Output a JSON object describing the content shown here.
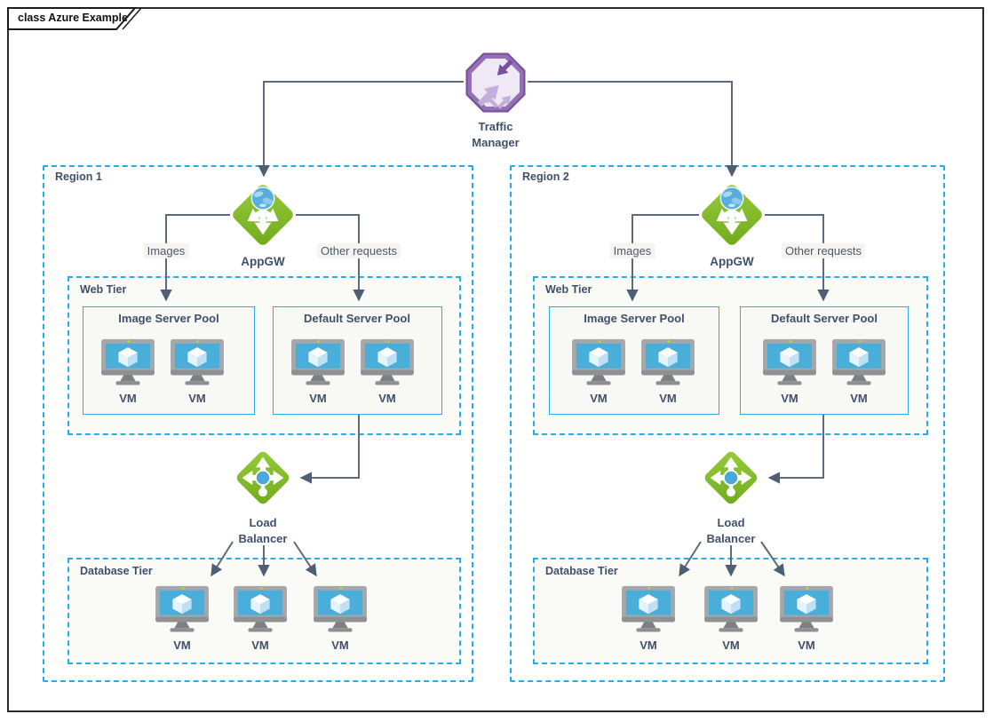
{
  "frame": {
    "title": "class Azure Example"
  },
  "traffic_manager": {
    "line1": "Traffic",
    "line2": "Manager"
  },
  "regions": [
    {
      "label": "Region 1",
      "appgw_label": "AppGW",
      "routes": {
        "images": "Images",
        "other": "Other requests"
      },
      "web_tier": {
        "label": "Web Tier",
        "pools": [
          {
            "title": "Image Server Pool",
            "vms": [
              "VM",
              "VM"
            ]
          },
          {
            "title": "Default Server Pool",
            "vms": [
              "VM",
              "VM"
            ]
          }
        ]
      },
      "load_balancer": {
        "line1": "Load",
        "line2": "Balancer"
      },
      "database_tier": {
        "label": "Database Tier",
        "vms": [
          "VM",
          "VM",
          "VM"
        ]
      }
    },
    {
      "label": "Region 2",
      "appgw_label": "AppGW",
      "routes": {
        "images": "Images",
        "other": "Other requests"
      },
      "web_tier": {
        "label": "Web Tier",
        "pools": [
          {
            "title": "Image Server Pool",
            "vms": [
              "VM",
              "VM"
            ]
          },
          {
            "title": "Default Server Pool",
            "vms": [
              "VM",
              "VM"
            ]
          }
        ]
      },
      "load_balancer": {
        "line1": "Load",
        "line2": "Balancer"
      },
      "database_tier": {
        "label": "Database Tier",
        "vms": [
          "VM",
          "VM",
          "VM"
        ]
      }
    }
  ],
  "icons": {
    "traffic_manager": "purple-octagon-routing-arrows",
    "app_gateway": "green-diamond-globe-trident-arrows",
    "load_balancer": "green-diamond-cross-arrows-blue-ball",
    "vm": "monitor-with-cube"
  },
  "colors": {
    "accent_cyan": "#24ACEA",
    "connector": "#5C6B80",
    "text_dark": "#40506A",
    "azure_green": "#84BE2C",
    "azure_purple": "#8A63AC",
    "vm_screen_blue": "#49AFDA",
    "route_label_bg": "#F6F4EE"
  }
}
